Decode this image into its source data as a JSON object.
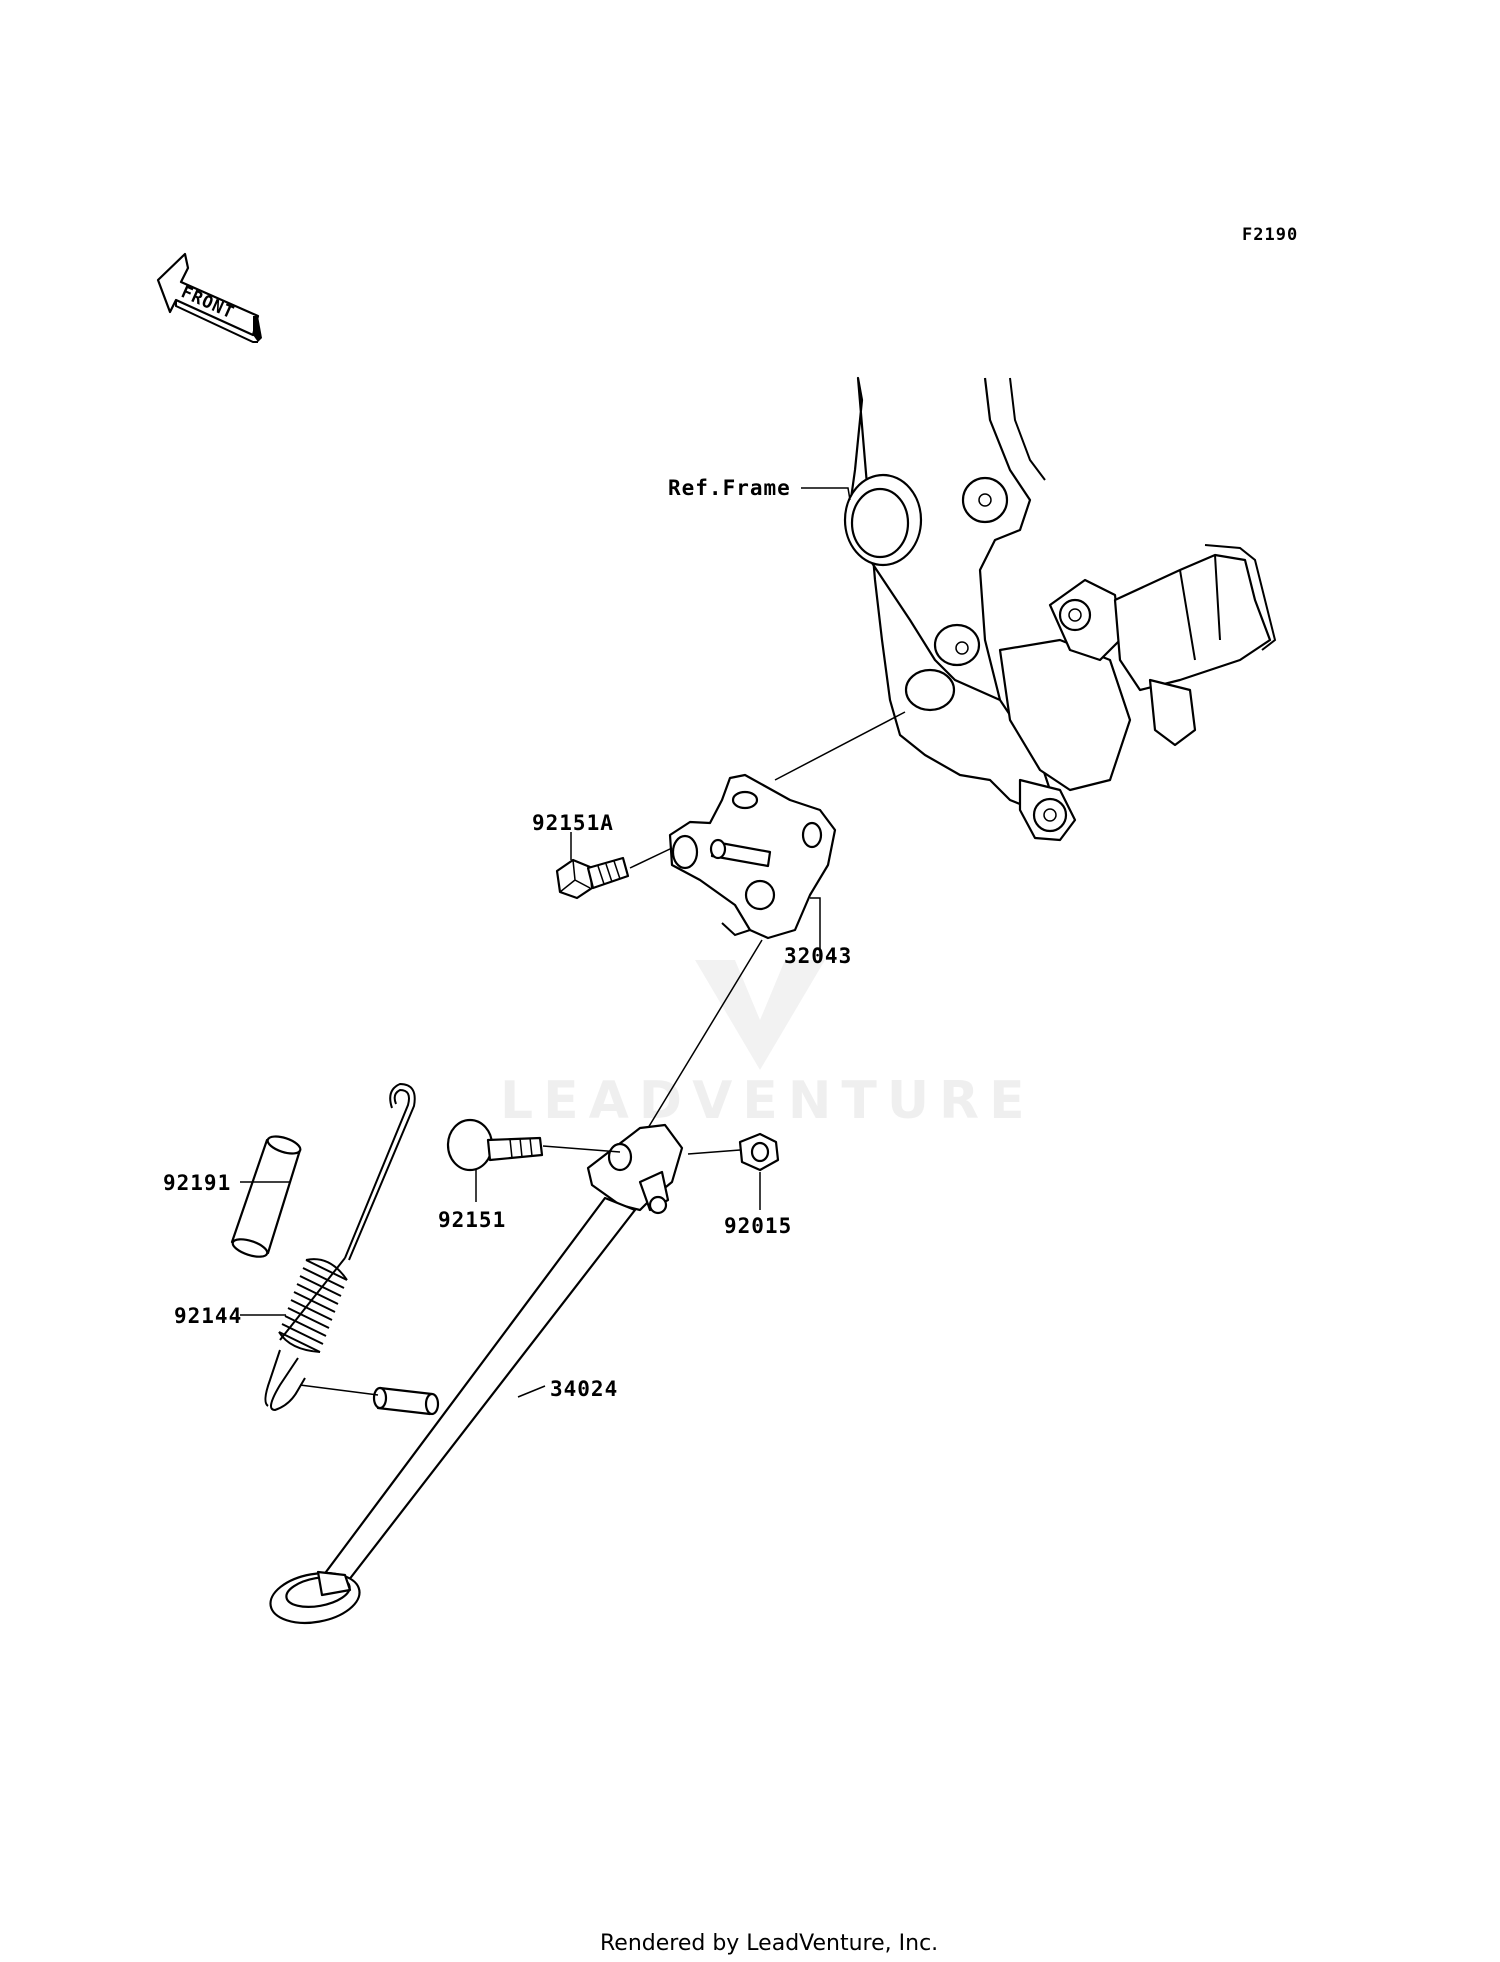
{
  "diagram": {
    "code": "F2190",
    "front_label": "FRONT",
    "watermark": "LEADVENTURE",
    "footer": "Rendered by LeadVenture, Inc.",
    "labels": {
      "ref_frame": "Ref.Frame",
      "bolt_92151a": "92151A",
      "bracket_32043": "32043",
      "collar_92191": "92191",
      "bolt_92151": "92151",
      "nut_92015": "92015",
      "spring_92144": "92144",
      "stand_34024": "34024"
    }
  }
}
